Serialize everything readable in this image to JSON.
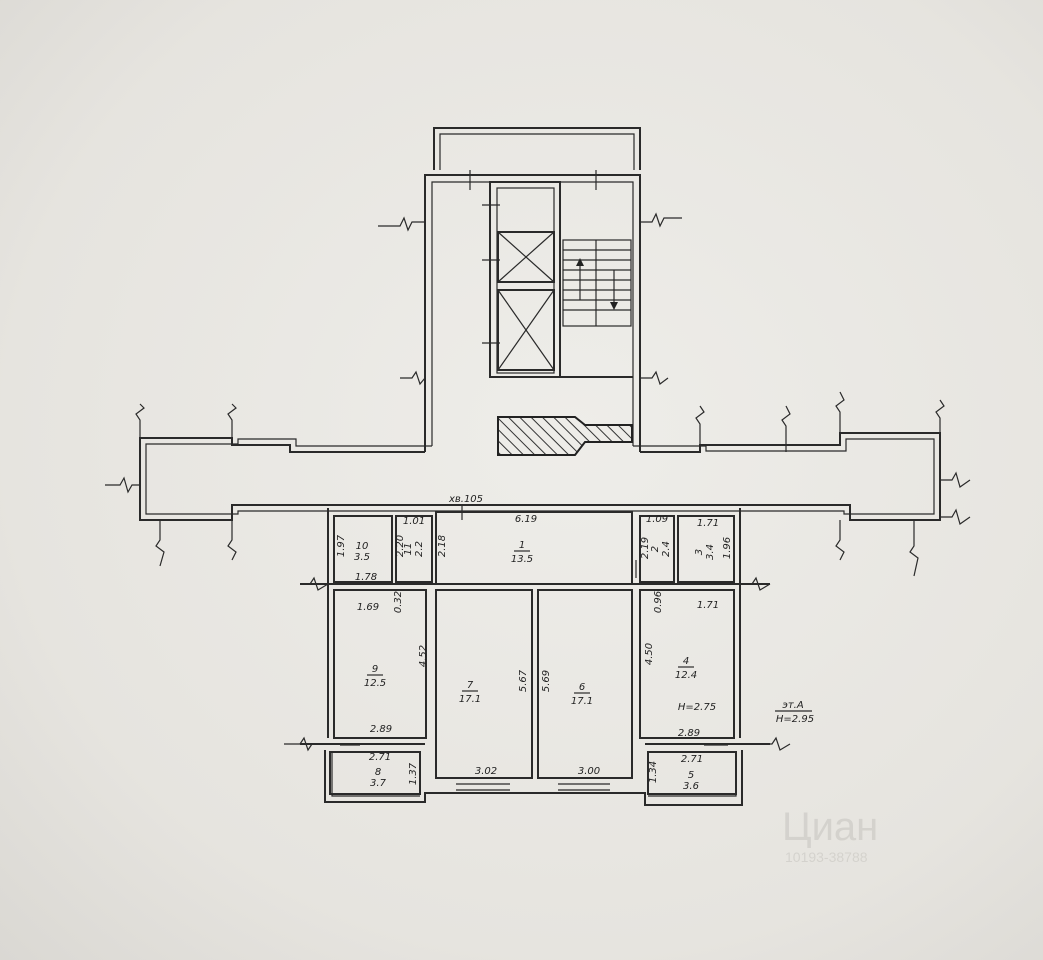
{
  "plan": {
    "level_mark": "хв.105",
    "floor_label": "эт.А",
    "floor_height": "H=2.95",
    "room_height": "H=2.75",
    "rooms": [
      {
        "num": "1",
        "area": "13.5"
      },
      {
        "num": "2",
        "area": "2.4"
      },
      {
        "num": "3",
        "area": "3.4"
      },
      {
        "num": "4",
        "area": "12.4"
      },
      {
        "num": "5",
        "area": "3.6"
      },
      {
        "num": "6",
        "area": "17.1"
      },
      {
        "num": "7",
        "area": "17.1"
      },
      {
        "num": "8",
        "area": "3.7"
      },
      {
        "num": "9",
        "area": "12.5"
      },
      {
        "num": "10",
        "area": "3.5"
      },
      {
        "num": "11",
        "area": "2.2"
      }
    ],
    "dims_h": [
      "1.01",
      "6.19",
      "1.09",
      "1.71",
      "1.78",
      "1.69",
      "1.71",
      "2.89",
      "2.71",
      "3.02",
      "3.00",
      "2.89",
      "2.71"
    ],
    "dims_v": [
      "1.97",
      "2.20",
      "2.18",
      "2.19",
      "1.96",
      "0.32",
      "0.96",
      "4.52",
      "5.67",
      "5.69",
      "4.50",
      "1.37",
      "1.34"
    ]
  },
  "watermark": {
    "brand": "Циан",
    "id": "10193-38788"
  }
}
